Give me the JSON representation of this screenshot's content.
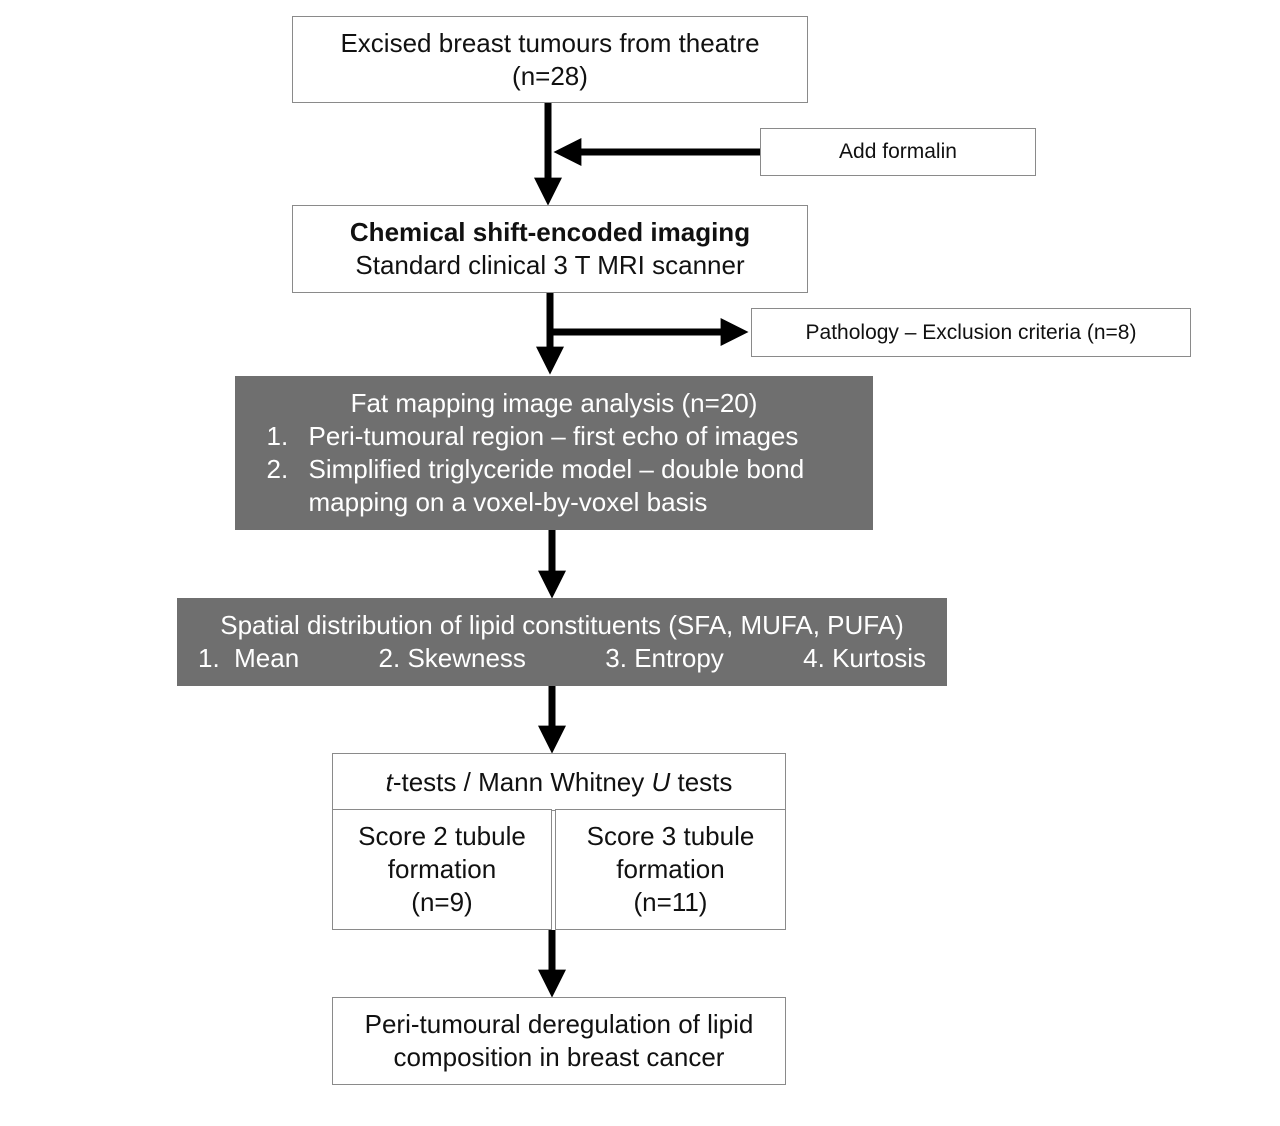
{
  "start": {
    "line1": "Excised breast tumours from theatre",
    "line2": "(n=28)"
  },
  "formalin": {
    "label": "Add formalin"
  },
  "imaging": {
    "title": "Chemical shift-encoded imaging",
    "subtitle": "Standard clinical 3 T MRI scanner"
  },
  "exclusion": {
    "label": "Pathology – Exclusion criteria (n=8)"
  },
  "analysis": {
    "title": "Fat mapping image analysis (n=20)",
    "steps": [
      {
        "num": "1.",
        "text": "Peri-tumoural region – first echo of images"
      },
      {
        "num": "2.",
        "text": "Simplified triglyceride model – double bond mapping on a voxel-by-voxel basis"
      }
    ]
  },
  "spatial": {
    "title": "Spatial distribution of lipid constituents (SFA, MUFA, PUFA)",
    "metrics": [
      "1.  Mean",
      "2. Skewness",
      "3. Entropy",
      "4. Kurtosis"
    ]
  },
  "tests": {
    "header_t": "t",
    "header_mid": "-tests / Mann Whitney ",
    "header_u": "U",
    "header_end": " tests",
    "group1": {
      "line1": "Score 2 tubule",
      "line2": "formation",
      "line3": "(n=9)"
    },
    "group2": {
      "line1": "Score 3 tubule",
      "line2": "formation",
      "line3": "(n=11)"
    }
  },
  "outcome": {
    "line1": "Peri-tumoural deregulation of lipid",
    "line2": "composition in breast cancer"
  },
  "colors": {
    "dark_box": "#6f6f6f",
    "border": "#8a8a8a",
    "arrow": "#000000"
  }
}
